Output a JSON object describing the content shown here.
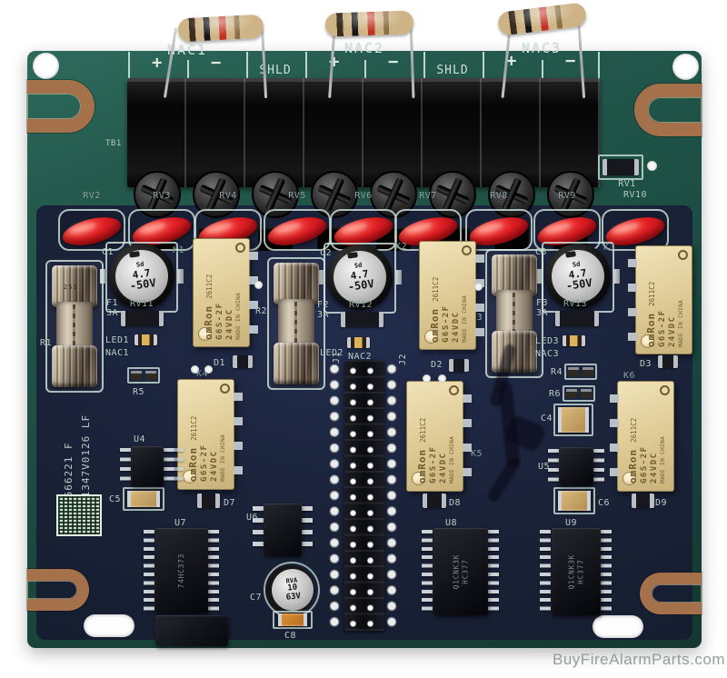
{
  "photo": {
    "watermark": "BuyFireAlarmParts.com"
  },
  "silkscreen": {
    "tb1": "TB1",
    "rv1": "RV1",
    "terminal_groups": {
      "nac1": "NAC1",
      "nac2": "NAC2",
      "nac3": "NAC3",
      "shld": "SHLD",
      "plus": "+",
      "minus": "−"
    },
    "rv_row": [
      "RV2",
      "RV3",
      "RV4",
      "RV5",
      "RV6",
      "RV7",
      "RV8",
      "RV9",
      "RV10"
    ],
    "jumpers": {
      "j1": "J1",
      "j2": "J2"
    },
    "side_code_line1": "0566221 F",
    "side_code_line2": "21347V0126 LF"
  },
  "channels": [
    {
      "cap": "C1",
      "fuse": "F1",
      "amps": "3A",
      "res": "R1",
      "varistor": "RV11",
      "led": "LED1",
      "nac": "NAC1",
      "relay_ref": "K1"
    },
    {
      "cap": "C2",
      "fuse": "F2",
      "amps": "3A",
      "res": "R2",
      "varistor": "RV12",
      "led": "LED2",
      "nac": "NAC2",
      "relay_ref": "K2"
    },
    {
      "cap": "C3",
      "fuse": "F3",
      "amps": "3A",
      "res": "R3",
      "varistor": "RV13",
      "led": "LED3",
      "nac": "NAC3",
      "relay_ref": "K3"
    }
  ],
  "relay": {
    "brand": "omRon",
    "part": "2611C2",
    "model": "G6S-2F",
    "voltage": "24VDC",
    "origin": "MADE IN CHINA"
  },
  "relay_refs_bottom": [
    "K4",
    "K5",
    "K6"
  ],
  "ecap": {
    "brand": "Sd",
    "value": "4.7",
    "voltage": "-50V"
  },
  "c7": {
    "label": "C7",
    "brand": "RVA",
    "value": "10",
    "voltage": "63V"
  },
  "parts": {
    "r4": "R4",
    "r5": "R5",
    "r6": "R6",
    "c4": "C4",
    "c5": "C5",
    "c6": "C6",
    "c8": "C8",
    "d1": "D1",
    "d2": "D2",
    "d3": "D3",
    "d7": "D7",
    "d8": "D8",
    "d9": "D9",
    "u4": "U4",
    "u5": "U5",
    "u6": "U6",
    "u7": "U7",
    "u8": "U8",
    "u9": "U9",
    "u7_mark": "74HC373",
    "u89_mark_line1": "Q1CNK3K",
    "u89_mark_line2": "HC377",
    "fuse_mark": "251"
  }
}
